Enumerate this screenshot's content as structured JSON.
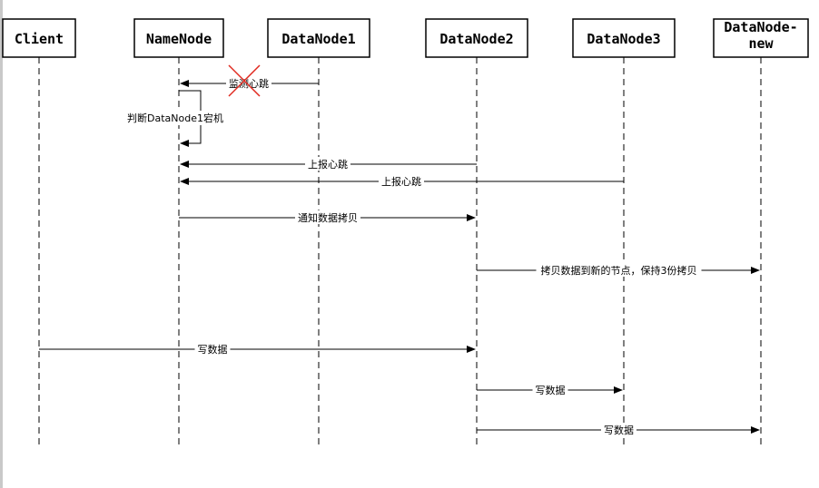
{
  "participants": [
    {
      "id": "client",
      "lines": [
        "Client"
      ]
    },
    {
      "id": "namenode",
      "lines": [
        "NameNode"
      ]
    },
    {
      "id": "datanode1",
      "lines": [
        "DataNode1"
      ]
    },
    {
      "id": "datanode2",
      "lines": [
        "DataNode2"
      ]
    },
    {
      "id": "datanode3",
      "lines": [
        "DataNode3"
      ]
    },
    {
      "id": "datanode-new",
      "lines": [
        "DataNode-",
        "new"
      ]
    }
  ],
  "messages": [
    {
      "from": "datanode1",
      "to": "namenode",
      "label": "监测心跳"
    },
    {
      "from": "datanode2",
      "to": "namenode",
      "label": "上报心跳"
    },
    {
      "from": "datanode3",
      "to": "namenode",
      "label": "上报心跳"
    },
    {
      "from": "namenode",
      "to": "datanode2",
      "label": "通知数据拷贝"
    },
    {
      "from": "datanode2",
      "to": "datanode-new",
      "label": "拷贝数据到新的节点，保持3份拷贝"
    },
    {
      "from": "client",
      "to": "datanode2",
      "label": "写数据"
    },
    {
      "from": "datanode2",
      "to": "datanode3",
      "label": "写数据"
    },
    {
      "from": "datanode2",
      "to": "datanode-new",
      "label": "写数据"
    }
  ],
  "self_message": {
    "on": "namenode",
    "label": "判断DataNode1宕机"
  },
  "failure_marker": {
    "on": "datanode1",
    "icon": "red-x-icon",
    "color": "#e0281e"
  }
}
